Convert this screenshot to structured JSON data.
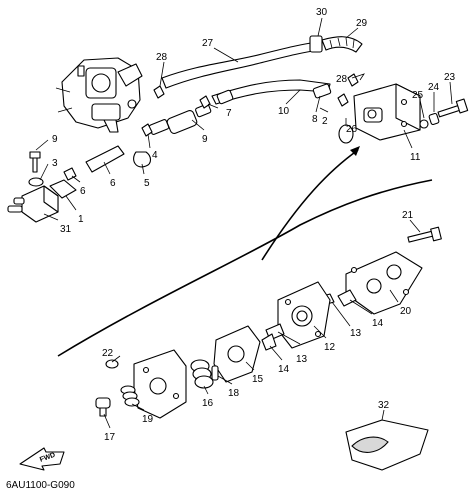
{
  "diagram": {
    "drawing_code": "6AU1100-G090",
    "fwd_label": "FWD",
    "callouts": [
      "30",
      "29",
      "27",
      "28",
      "28",
      "23",
      "25",
      "24",
      "10",
      "8",
      "9",
      "7",
      "9",
      "3",
      "4",
      "6",
      "6",
      "5",
      "31",
      "1",
      "2",
      "26",
      "11",
      "21",
      "20",
      "14",
      "13",
      "22",
      "12",
      "13",
      "14",
      "15",
      "18",
      "16",
      "19",
      "17",
      "32"
    ]
  }
}
